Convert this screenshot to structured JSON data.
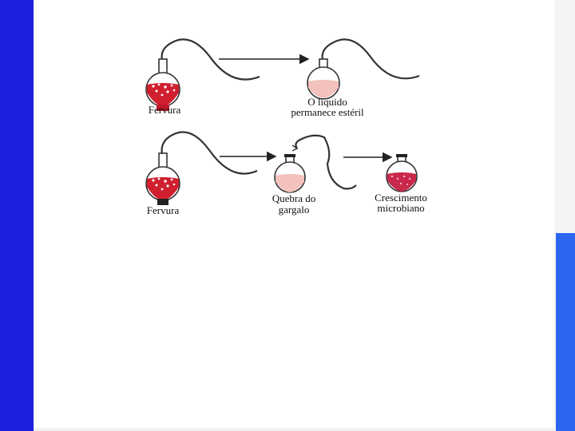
{
  "slide": {
    "colors": {
      "left_bar": "#1f1fe0",
      "right_accent": "#2a66f0",
      "broth_boiling": "#d02030",
      "broth_sterile": "#f3c2bc",
      "broth_growth": "#c8284a"
    }
  },
  "captions": {
    "top_boil": "Fervura",
    "top_sterile_line1": "O líquido",
    "top_sterile_line2": "permanece estéril",
    "bottom_boil": "Fervura",
    "bottom_break_line1": "Quebra do",
    "bottom_break_line2": "gargalo",
    "bottom_growth_line1": "Crescimento",
    "bottom_growth_line2": "microbiano"
  }
}
